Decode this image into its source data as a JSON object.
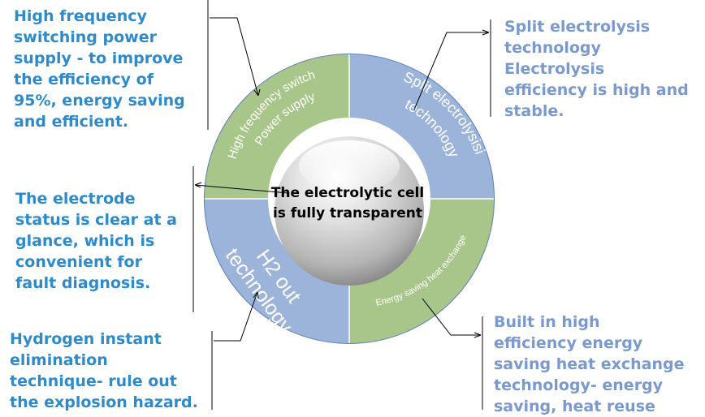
{
  "colors": {
    "left_callout_text": "#2E8BC9",
    "right_callout_text": "#7A99CC",
    "ring_green": "#A8C58A",
    "ring_blue": "#9DB4DA",
    "ring_outline": "#5E7FB8",
    "sphere_highlight": "#FFFFFF",
    "sphere_shadow": "#7C7C7C",
    "leader_line": "#000000"
  },
  "callouts": {
    "top_left": [
      "High frequency",
      "switching power",
      "supply - to improve",
      "the efficiency of",
      "95%, energy saving",
      "and efficient."
    ],
    "middle_left": [
      "The electrode",
      "status is clear at a",
      "glance, which is",
      "convenient for",
      "fault diagnosis."
    ],
    "bottom_left": [
      "Hydrogen instant",
      "elimination",
      "technique- rule out",
      "the explosion hazard."
    ],
    "top_right": [
      "Split electrolysis",
      "technology",
      "Electrolysis",
      "efficiency is high and",
      "stable."
    ],
    "bottom_right": [
      "Built in high",
      "efficiency energy",
      "saving heat exchange",
      "technology- energy",
      "saving, heat reuse"
    ]
  },
  "ring": {
    "top_left": [
      "High frequency switch",
      "Power supply"
    ],
    "top_right": [
      "Split electrolysisi",
      "technology"
    ],
    "bottom_left": [
      "H2 out",
      "technology"
    ],
    "bottom_right": [
      "Energy saving heat exchange"
    ]
  },
  "center": [
    "The electrolytic cell",
    "is fully transparent"
  ]
}
